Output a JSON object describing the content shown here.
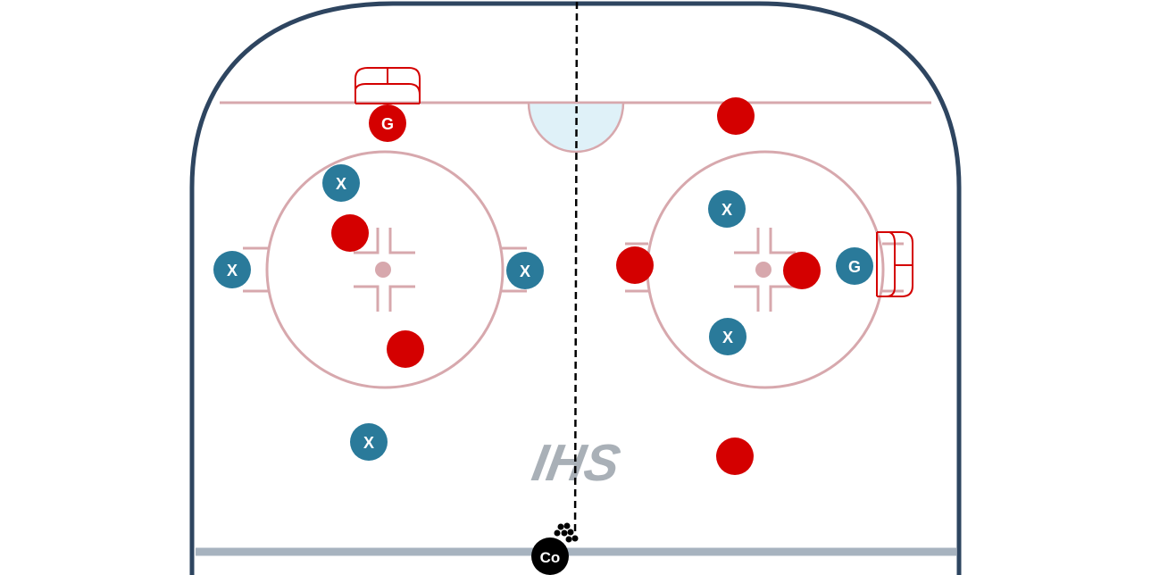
{
  "logo_text": "IHS",
  "colors": {
    "boards": "#2e4560",
    "rink_line": "#d7a8ad",
    "crease": "#dff1f8",
    "team_red": "#d40000",
    "team_blue": "#2a7a9a",
    "net": "#d40000",
    "blue_line": "#a7b3bf",
    "coach": "#000000",
    "logo": "#a9b0b7"
  },
  "players": {
    "blue_x_label": "X",
    "goalie_label": "G",
    "coach_label": "Co"
  }
}
